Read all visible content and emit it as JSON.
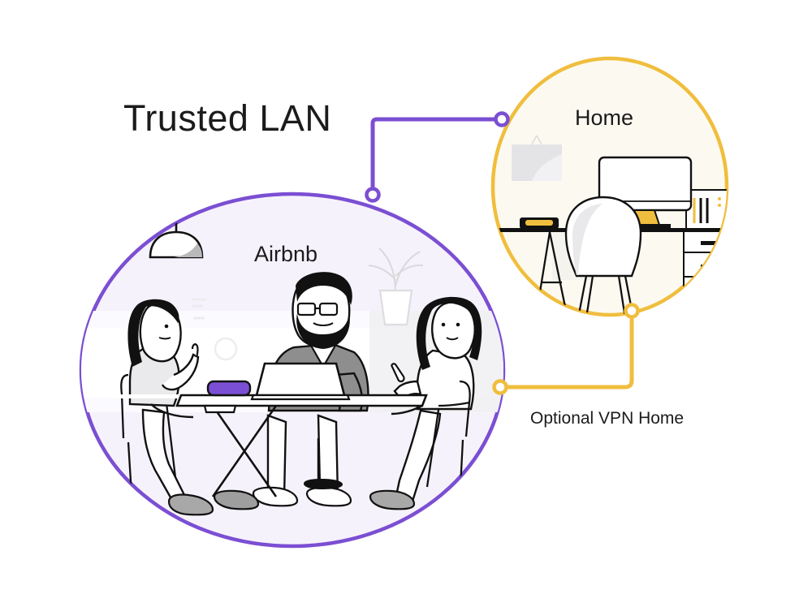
{
  "diagram": {
    "title": "Trusted LAN",
    "background_color": "#ffffff",
    "nodes": [
      {
        "id": "airbnb",
        "label": "Airbnb",
        "shape": "ellipse",
        "accent_color": "#7B4FD3",
        "fill_color": "#F6F2FC",
        "scene": "people working at a table in an Airbnb rental with a travel router",
        "elements": [
          "pendant-lamp",
          "woman-left-talking",
          "man-center-laptop",
          "woman-right-phone",
          "conference-table",
          "travel-router",
          "potted-plant"
        ]
      },
      {
        "id": "home",
        "label": "Home",
        "shape": "ellipse",
        "accent_color": "#F0BE3E",
        "fill_color": "#FCFAF0",
        "scene": "empty home office desk with monitor, chair and printer",
        "elements": [
          "framed-picture",
          "desk",
          "monitor",
          "desk-chair",
          "printer",
          "drawer-cabinet",
          "pen-tray"
        ]
      }
    ],
    "connections": [
      {
        "id": "trusted-lan-link",
        "label": "Trusted LAN",
        "color": "#7B4FD3",
        "from": "airbnb",
        "to": "home"
      },
      {
        "id": "vpn-link",
        "label": "Optional VPN Home",
        "color": "#F0BE3E",
        "from": "airbnb",
        "to": "home"
      }
    ]
  },
  "labels": {
    "trusted_lan": "Trusted LAN",
    "home": "Home",
    "airbnb": "Airbnb",
    "optional_vpn_home": "Optional VPN Home"
  },
  "colors": {
    "purple": "#7B4FD3",
    "purple_fill": "#F6F2FC",
    "yellow": "#F0BE3E",
    "yellow_fill": "#FCFAF0",
    "router_purple": "#7B4FD3",
    "ink": "#1a1a1a",
    "gray_fill": "#E8E8E8",
    "mid_gray": "#9A9A9A"
  }
}
